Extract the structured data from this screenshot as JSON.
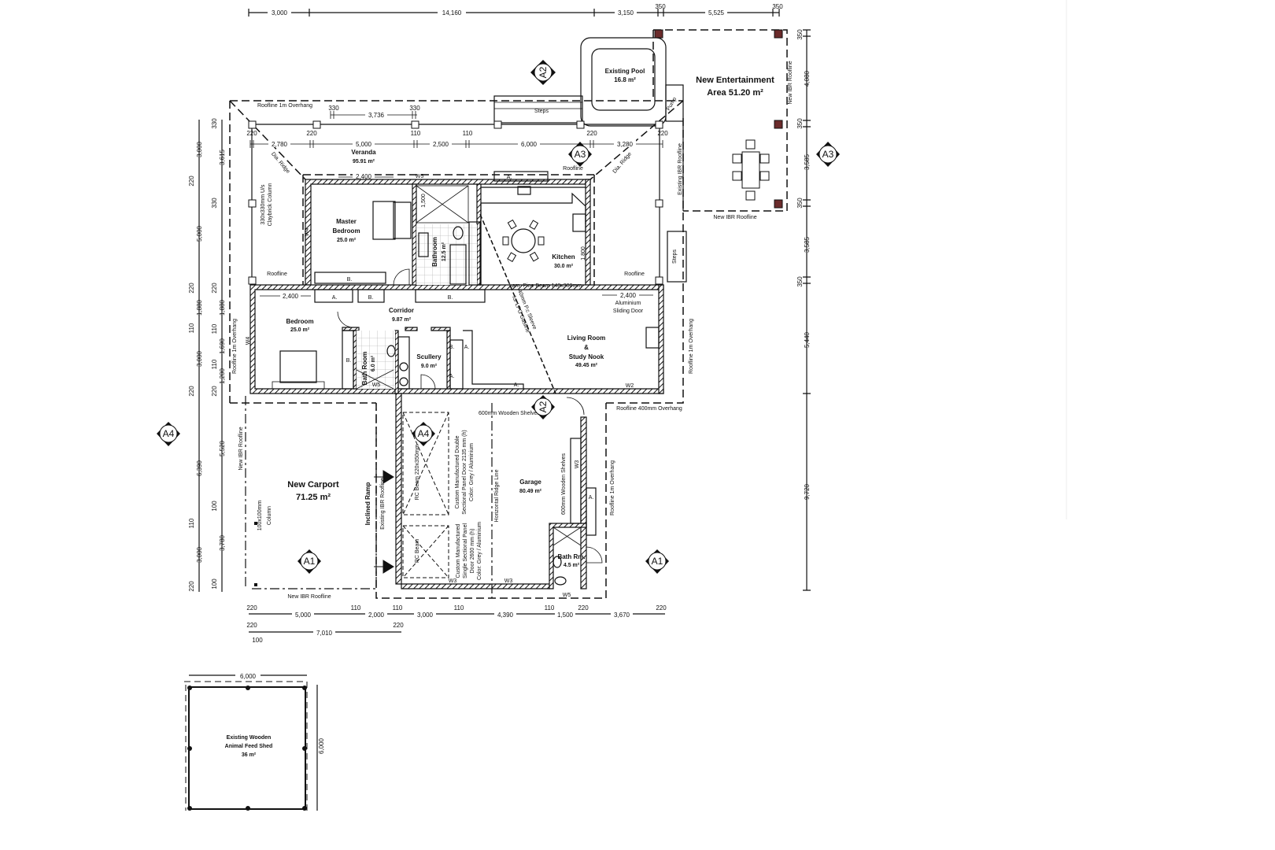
{
  "rooms": {
    "veranda": {
      "name": "Veranda",
      "area": "95.91 m²"
    },
    "master_bedroom": {
      "name1": "Master",
      "name2": "Bedroom",
      "area": "25.0 m²"
    },
    "bathroom": {
      "name": "Bathroom",
      "area": "12.5 m²"
    },
    "kitchen": {
      "name": "Kitchen",
      "area": "30.0 m²"
    },
    "bedroom": {
      "name": "Bedroom",
      "area": "25.0 m²"
    },
    "corridor": {
      "name": "Corridor",
      "area": "9.87 m²"
    },
    "bath_room": {
      "name": "Bath Room",
      "area": "6.0 m²"
    },
    "scullery": {
      "name": "Scullery",
      "area": "9.0 m²"
    },
    "living": {
      "name1": "Living Room",
      "name2": "&",
      "name3": "Study Nook",
      "area": "49.45 m²"
    },
    "carport": {
      "name": "New Carport",
      "area": "71.25 m²"
    },
    "garage": {
      "name": "Garage",
      "area": "80.49 m²"
    },
    "bath_rm": {
      "name": "Bath Rm.",
      "area": "4.5 m²"
    },
    "pool": {
      "name": "Existing Pool",
      "area": "16.8 m²"
    },
    "entertainment": {
      "name1": "New Entertainment",
      "name2": "Area 51.20 m²"
    },
    "shed": {
      "name1": "Existing Wooden",
      "name2": "Animal Feed Shed",
      "area": "36 m²"
    }
  },
  "annotations": {
    "roofline_1m_top": "Roofline 1m Overhang",
    "steps_top": "Steps",
    "dia_ridge": "Dia. Ridge",
    "roofline": "Roofline",
    "column_note1": "330x330mm U/s",
    "column_note2": "Claybrick Column",
    "lam_beam": "Lam. Pine Beam 140x300mm",
    "aluminium1": "Aluminium",
    "aluminium2": "Sliding Door",
    "roofline_1m_left": "Roofline 1m Overhang",
    "roofline_1m_right": "Roofline 1m Overhang",
    "roofline_400": "Roofline 400mm Overhang",
    "lpg1": "40mm P.c Sleeve",
    "lpg2": "for LPG Gasline",
    "shelves_600": "600mm Wooden Shelves",
    "shelves_600_v": "600mm Wooden Shelves",
    "new_ibr": "New IBR Roofline",
    "existing_ibr": "Existing IBR Roofline",
    "column_100_1": "100x100mm",
    "column_100_2": "Column",
    "inclined_ramp": "Inclined Ramp",
    "rc_beam_220": "RC Beam 220x350mm",
    "rc_beam": "RC Beam",
    "door_double1": "Custom Manufactured Double",
    "door_double2": "Sectional Panel Door 2135 mm (h)",
    "door_double3": "Color: Grey / Aluminium",
    "door_single1": "Custom Manufactured",
    "door_single2": "Single Sectional Panel",
    "door_single3": "Door 2600 mm (h)",
    "door_single4": "Color: Grey / Aluminium",
    "ridge_line": "Horizontal Ridge Line",
    "pump": "Pump",
    "steps_right": "Steps",
    "w2": "W2",
    "w3": "W3",
    "w4": "W4",
    "w5": "W5",
    "a": "A.",
    "b": "B."
  },
  "sections": {
    "a1": "A1",
    "a2": "A2",
    "a3": "A3",
    "a4": "A4"
  },
  "dimensions": {
    "top": [
      "3,000",
      "14,160",
      "3,150",
      "350",
      "5,525",
      "350"
    ],
    "veranda_row": [
      "220",
      "2,780",
      "220",
      "5,000",
      "110",
      "2,500",
      "110",
      "6,000",
      "220",
      "3,280",
      "220"
    ],
    "veranda_top": [
      "330",
      "3,736",
      "330"
    ],
    "inner": [
      "2,400",
      "1,500",
      "1,800",
      "2,400",
      "2,400"
    ],
    "left_outer": [
      "3,000",
      "220",
      "5,000",
      "220",
      "1,880",
      "110",
      "3,000",
      "220",
      "6,390",
      "110",
      "3,000",
      "220"
    ],
    "left_inner": [
      "330",
      "3,615",
      "330",
      "220",
      "1,880",
      "110",
      "1,690",
      "110",
      "1,200",
      "220",
      "5,520",
      "100",
      "3,780",
      "100"
    ],
    "right": [
      "350",
      "4,080",
      "350",
      "3,585",
      "350",
      "3,585",
      "350",
      "5,440",
      "9,720"
    ],
    "bottom": [
      "220",
      "5,000",
      "110",
      "2,000",
      "110",
      "3,000",
      "110",
      "4,390",
      "110",
      "1,500",
      "220",
      "3,670",
      "220"
    ],
    "bottom2": [
      "220",
      "7,010",
      "220",
      "100"
    ],
    "shed": [
      "6,000",
      "6,000"
    ]
  }
}
